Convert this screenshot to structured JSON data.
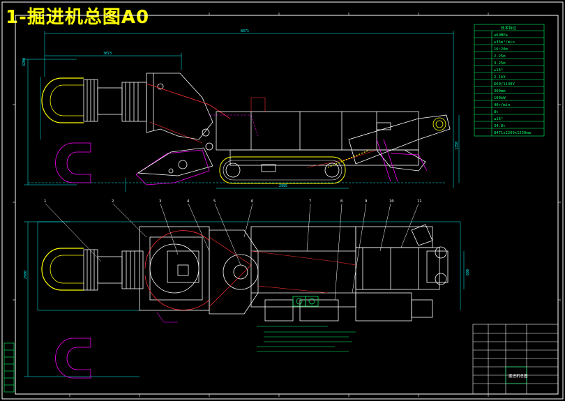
{
  "drawing": {
    "title": "1-掘进机总图A0",
    "dimensions": {
      "overall_length": "8471",
      "cutter_reach": "3873",
      "crawler_length": "2995",
      "height_label": "3200",
      "width_label": "2980",
      "small_label": "1350",
      "track_width": "600"
    },
    "part_numbers": [
      "1",
      "2",
      "3",
      "4",
      "5",
      "6",
      "7",
      "8",
      "9",
      "10",
      "11"
    ],
    "spec_table_title": "技术特征",
    "spec_values": [
      "≤60MPa",
      "≥35m³/min",
      "16~20m",
      "2.25m",
      "3.25m",
      "±16°",
      "2.1kV",
      "660/1140V",
      "300mm",
      "100kW",
      "40r/min",
      "8t",
      "≤16°",
      "34.8t",
      "8471x2200x1550mm"
    ],
    "title_block_text": "掘进机总图"
  },
  "colors": {
    "background": "#000000",
    "frame": "#ffffff",
    "title": "#ffff00",
    "dim": "#00ffff",
    "spec_text": "#00ff66",
    "magenta": "#ff00ff",
    "red": "#ff3030",
    "yellow": "#ffff00"
  }
}
